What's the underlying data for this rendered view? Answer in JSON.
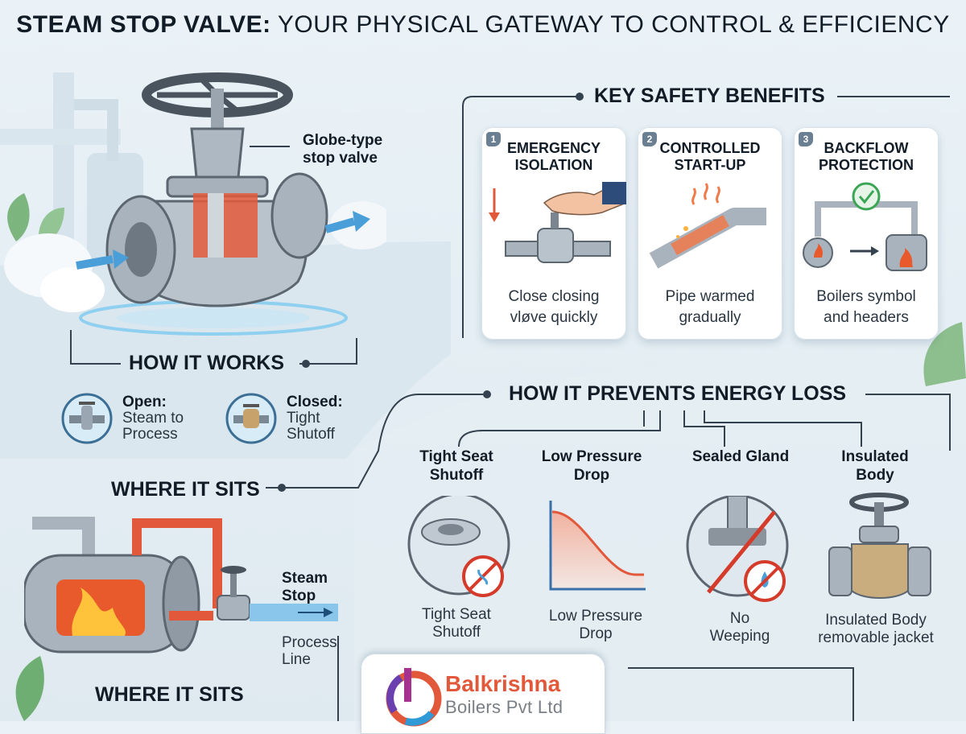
{
  "title": {
    "bold": "STEAM STOP VALVE:",
    "rest": " YOUR PHYSICAL GATEWAY TO CONTROL & EFFICIENCY"
  },
  "hero": {
    "callout": "Globe-type\nstop valve"
  },
  "how_it_works": {
    "heading": "HOW IT WORKS",
    "open": {
      "label": "Open:",
      "text": "Steam to\nProcess"
    },
    "closed": {
      "label": "Closed:",
      "text": "Tight\nShutoff"
    }
  },
  "safety": {
    "heading": "KEY SAFETY BENEFITS",
    "cards": [
      {
        "num": "1",
        "title": "EMERGENCY\nISOLATION",
        "caption": "Close closing\nvløve quickly"
      },
      {
        "num": "2",
        "title": "CONTROLLED\nSTART-UP",
        "caption": "Pipe warmed\ngradually"
      },
      {
        "num": "3",
        "title": "BACKFLOW\nPROTECTION",
        "caption": "Boilers symbol\nand headers"
      }
    ]
  },
  "energy": {
    "heading": "HOW IT PREVENTS ENERGY LOSS",
    "features": [
      {
        "title": "Tight Seat\nShutoff",
        "caption": "Tight Seat\nShutoff"
      },
      {
        "title": "Low Pressure\nDrop",
        "caption": "Low Pressure\nDrop"
      },
      {
        "title": "Sealed Gland",
        "caption": "No\nWeeping"
      },
      {
        "title": "Insulated\nBody",
        "caption": "Insulated Body\nremovable jacket"
      }
    ]
  },
  "where": {
    "heading": "WHERE IT SITS",
    "footer": "WHERE IT SITS",
    "steam_stop": "Steam\nStop",
    "process_line": "Process\nLine"
  },
  "logo": {
    "name": "Balkrishna",
    "sub": "Boilers Pvt Ltd"
  },
  "colors": {
    "accent_red": "#e2583b",
    "steel": "#8e9aa6",
    "steam_blue": "#4a9fd8",
    "ok_green": "#3aa655"
  }
}
